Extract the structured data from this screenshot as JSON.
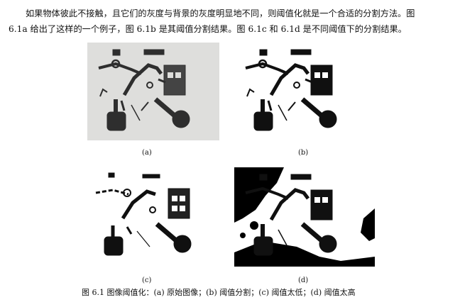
{
  "paragraph": {
    "line1": "如果物体彼此不接触，且它们的灰度与背景的灰度明显地不同，则阈值化就是一个合适的分割方法。图",
    "line2": "6.1a 给出了这样的一个例子，图 6.1b 是其阈值分割结果。图 6.1c 和 6.1d 是不同阈值下的分割结果。"
  },
  "panels": [
    {
      "label": "(a)"
    },
    {
      "label": "(b)"
    },
    {
      "label": "(c)"
    },
    {
      "label": "(d)"
    }
  ],
  "figure_caption": "图 6.1    图像阈值化：(a) 原始图像；(b) 阈值分割；(c) 阈值太低；(d) 阈值太高"
}
